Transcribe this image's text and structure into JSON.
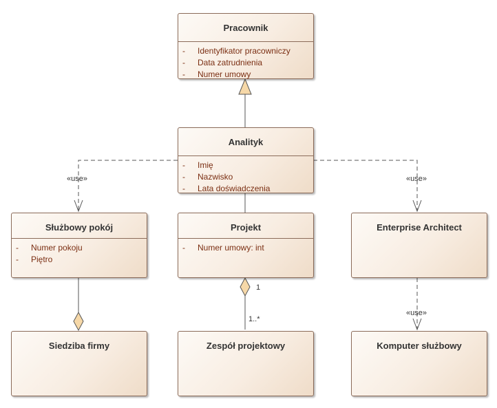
{
  "classes": {
    "pracownik": {
      "name": "Pracownik",
      "attributes": [
        {
          "visibility": "-",
          "label": "Identyfikator pracowniczy"
        },
        {
          "visibility": "-",
          "label": "Data zatrudnienia"
        },
        {
          "visibility": "-",
          "label": "Numer umowy"
        }
      ]
    },
    "analityk": {
      "name": "Analityk",
      "attributes": [
        {
          "visibility": "-",
          "label": "Imię"
        },
        {
          "visibility": "-",
          "label": "Nazwisko"
        },
        {
          "visibility": "-",
          "label": "Lata doświadczenia"
        }
      ]
    },
    "sluzbowy_pokoj": {
      "name": "Służbowy pokój",
      "attributes": [
        {
          "visibility": "-",
          "label": "Numer pokoju"
        },
        {
          "visibility": "-",
          "label": "Piętro"
        }
      ]
    },
    "projekt": {
      "name": "Projekt",
      "attributes": [
        {
          "visibility": "-",
          "label": "Numer umowy: int"
        }
      ]
    },
    "enterprise_architect": {
      "name": "Enterprise Architect"
    },
    "siedziba_firmy": {
      "name": "Siedziba firmy"
    },
    "zespol_projektowy": {
      "name": "Zespół projektowy"
    },
    "komputer_sluzbowy": {
      "name": "Komputer służbowy"
    }
  },
  "relationships": {
    "use_left": {
      "stereotype": "«use»"
    },
    "use_right": {
      "stereotype": "«use»"
    },
    "use_bottom": {
      "stereotype": "«use»"
    },
    "projekt_zespol": {
      "source_multiplicity": "1",
      "target_multiplicity": "1..*"
    }
  },
  "colors": {
    "border": "#8a6a58",
    "attribute_text": "#7a2e12",
    "diamond_fill": "#f6d8a8",
    "line": "#555555"
  }
}
